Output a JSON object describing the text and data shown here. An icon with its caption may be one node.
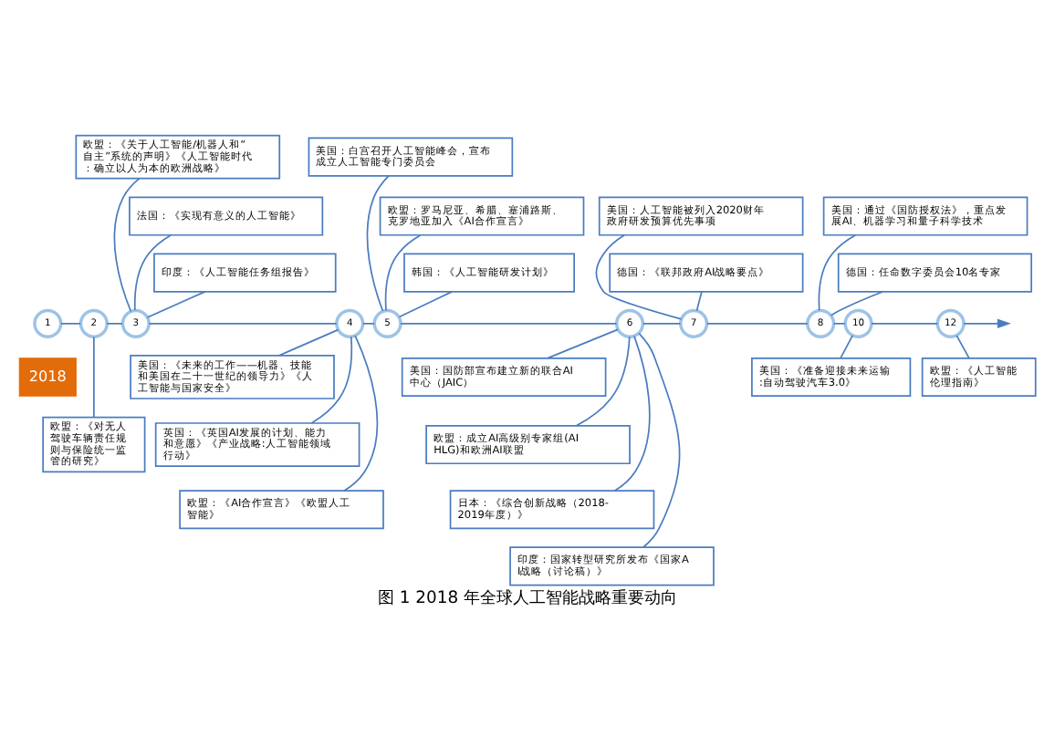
{
  "diagram": {
    "caption": "图 1 2018 年全球人工智能战略重要动向",
    "nodes": [
      {
        "text": [
          "1"
        ],
        "beside": [
          "2018"
        ]
      },
      {
        "text": [
          "2"
        ]
      },
      {
        "text": [
          "3"
        ]
      },
      {
        "text": [
          "4"
        ]
      },
      {
        "text": [
          "5"
        ]
      },
      {
        "text": [
          "6"
        ]
      },
      {
        "text": [
          "7"
        ]
      },
      {
        "text": [
          "8"
        ]
      },
      {
        "text": [
          "10"
        ]
      },
      {
        "text": [
          "12"
        ]
      },
      {
        "text": [
          "欧盟：《对无人驾驶车辆责任规则与保险统一监管的研究》"
        ]
      },
      {
        "text": [
          "欧盟：《关于人工智能/机器人和“自主”系统的声明》《人工智能时代：确立以人为本的欧洲战略》"
        ]
      },
      {
        "text": [
          "法国：《实现有意义的人工智能》"
        ]
      },
      {
        "text": [
          "印度：《人工智能任务组报告》"
        ]
      },
      {
        "text": [
          "美国：《未来的工作——机器、技能和美国在二十一世纪的领导力》《人工智能与国家安全》"
        ]
      },
      {
        "text": [
          "英国：《英国AI发展的计划、能力和意愿》《产业战略:人工智能领域行动》"
        ]
      },
      {
        "text": [
          "欧盟：《AI合作宣言》《欧盟人工智能》"
        ]
      },
      {
        "text": [
          "美国：白宫召开人工智能峰会，宣布成立人工智能专门委员会"
        ]
      },
      {
        "text": [
          "欧盟：罗马尼亚、希腊、塞浦路斯、克罗地亚加入《AI合作宣言》"
        ]
      },
      {
        "text": [
          "韩国：《人工智能研发计划》"
        ]
      },
      {
        "text": [
          "美国：国防部宣布建立新的联合AI中心（JAIC）"
        ]
      },
      {
        "text": [
          "欧盟：成立AI高级别专家组(AI HLG)和欧洲AI联盟"
        ]
      },
      {
        "text": [
          "日本：《综合创新战略（2018-2019年度）》"
        ]
      },
      {
        "text": [
          "印度：国家转型研究所发布《国家AI战略（讨论稿）》"
        ]
      },
      {
        "text": [
          "美国：人工智能被列入2020财年政府研发预算优先事项"
        ]
      },
      {
        "text": [
          "德国：《联邦政府AI战略要点》"
        ]
      },
      {
        "text": [
          "美国：通过《国防授权法》，重点发展AI、机器学习和量子科学技术"
        ]
      },
      {
        "text": [
          "德国：任命数字委员会10名专家"
        ]
      },
      {
        "text": [
          "美国：《准备迎接未来运输:自动驾驶汽车3.0》"
        ]
      },
      {
        "text": [
          "欧盟：《人工智能伦理指南》"
        ]
      }
    ],
    "edges": [
      {
        "from": 0,
        "to": 1,
        "arrow": "none"
      },
      {
        "from": 1,
        "to": 2,
        "arrow": "none"
      },
      {
        "from": 2,
        "to": 3,
        "arrow": "none"
      },
      {
        "from": 3,
        "to": 4,
        "arrow": "none"
      },
      {
        "from": 4,
        "to": 5,
        "arrow": "none"
      },
      {
        "from": 5,
        "to": 6,
        "arrow": "none"
      },
      {
        "from": 6,
        "to": 7,
        "arrow": "none"
      },
      {
        "from": 7,
        "to": 8,
        "arrow": "none"
      },
      {
        "from": 8,
        "to": 9,
        "arrow": "none"
      },
      {
        "from": 9,
        "to": null,
        "arrow": "to"
      },
      {
        "from": 1,
        "to": 10,
        "arrow": "none"
      },
      {
        "from": 11,
        "to": 2,
        "arrow": "none"
      },
      {
        "from": 12,
        "to": 2,
        "arrow": "none"
      },
      {
        "from": 13,
        "to": 2,
        "arrow": "none"
      },
      {
        "from": 3,
        "to": 14,
        "arrow": "none"
      },
      {
        "from": 3,
        "to": 15,
        "arrow": "none"
      },
      {
        "from": 3,
        "to": 16,
        "arrow": "none"
      },
      {
        "from": 17,
        "to": 4,
        "arrow": "none"
      },
      {
        "from": 18,
        "to": 4,
        "arrow": "none"
      },
      {
        "from": 19,
        "to": 4,
        "arrow": "none"
      },
      {
        "from": 5,
        "to": 20,
        "arrow": "none"
      },
      {
        "from": 5,
        "to": 21,
        "arrow": "none"
      },
      {
        "from": 5,
        "to": 22,
        "arrow": "none"
      },
      {
        "from": 5,
        "to": 23,
        "arrow": "none"
      },
      {
        "from": 24,
        "to": 6,
        "arrow": "none"
      },
      {
        "from": 25,
        "to": 6,
        "arrow": "none"
      },
      {
        "from": 26,
        "to": 7,
        "arrow": "none"
      },
      {
        "from": 27,
        "to": 7,
        "arrow": "none"
      },
      {
        "from": 8,
        "to": 28,
        "arrow": "none"
      },
      {
        "from": 9,
        "to": 29,
        "arrow": "none"
      }
    ]
  }
}
